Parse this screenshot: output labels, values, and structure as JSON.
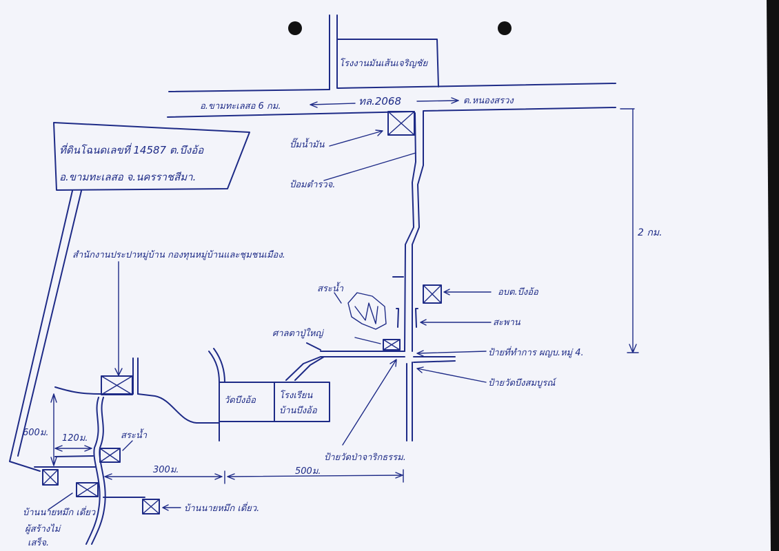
{
  "title": "Hand-drawn location map",
  "colors": {
    "ink": "#1d2a86",
    "paper": "#f3f4fa"
  },
  "labels": {
    "factory": "โรงงานมันเส้นเจริญชัย",
    "to_left": "อ.ขามทะเลสอ 6 กม.",
    "road_number": "ทล.2068",
    "to_right": "ต.หนองสรวง",
    "gas_station": "ปั๊มน้ำมัน",
    "police_box": "ป้อมตำรวจ.",
    "land_line1": "ที่ดินโฉนดเลขที่ 14587 ต.บึงอ้อ",
    "land_line2": "อ.ขามทะเลสอ จ.นครราชสีมา.",
    "office": "สำนักงานประปาหมู่บ้าน กองทุนหมู่บ้านและชุมชนเมือง.",
    "distance_2km": "2 กม.",
    "pond": "สระน้ำ",
    "tao_office": "อบต.บึงอ้อ",
    "bridge": "สะพาน",
    "shrine": "ศาลตาปู่ใหญ่",
    "headman_sign": "ป้ายที่ทำการ ผญบ.หมู่ 4.",
    "temple_sign": "ป้ายวัดบึงสมบูรณ์",
    "forest_temple_sign": "ป้ายวัดป่าจาริกธรรม.",
    "temple": "วัดบึงอ้อ",
    "school_line1": "โรงเรียน",
    "school_line2": "บ้านบึงอ้อ",
    "pond2": "สระน้ำ",
    "dist_600": "600ม.",
    "dist_120": "120ม.",
    "dist_300": "300ม.",
    "dist_500": "500ม.",
    "house1_line1": "บ้านนายหมึก เดี่ยว",
    "house1_line2": "ผู้สร้างไม่",
    "house1_line3": "เสร็จ.",
    "house2": "บ้านนายหมึก เดี่ยว."
  }
}
